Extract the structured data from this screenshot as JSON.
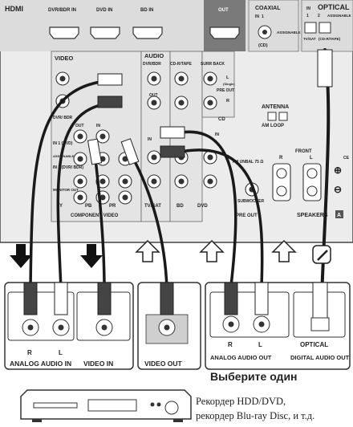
{
  "receiver": {
    "hdmi": "HDMI",
    "hdmi_inputs": [
      "DVR/BDR IN",
      "DVD IN",
      "BD IN"
    ],
    "out": "OUT",
    "coaxial": "COAXIAL",
    "coaxial_in": "IN",
    "coaxial_in_num": "1",
    "coaxial_assignable": "ASSIGNABLE",
    "coaxial_cd": "(CD)",
    "optical": "OPTICAL",
    "optical_in": "IN",
    "optical_num1": "1",
    "optical_num2": "2",
    "optical_assignable": "ASSIGNABLE",
    "optical_tvsat": "TV/SAT",
    "optical_cdr": "(CD-R/TAPE)",
    "video": "VIDEO",
    "audio": "AUDIO",
    "audio_dvrbdr": "DVR/BDR",
    "cdr_tape": "CD-R/TAPE",
    "surr_back": "SURR BACK",
    "l": "L",
    "single": "(Single)",
    "pre_out": "PRE OUT",
    "r": "R",
    "in": "IN",
    "out_small": "OUT",
    "dvrbdr": "DVR/ BDR",
    "in_dvd": "IN 1 (DVD)",
    "assignable": "ASSIGNABLE",
    "in2": "IN 2 (DVR/ BDR)",
    "monitor_out": "MONITOR OUT",
    "cd": "CD",
    "fm": "FM UNBAL 75 Ω",
    "am_loop": "AM LOOP",
    "antenna": "ANTENNA",
    "tvsat": "TV/SAT",
    "bd": "BD",
    "dvd": "DVD",
    "y": "Y",
    "pb": "PB",
    "pr": "PR",
    "component_video": "COMPONENT VIDEO",
    "subwoofer": "SUBWOOFER",
    "pre_out2": "PRE OUT",
    "front": "FRONT",
    "speakers": "SPEAKERS",
    "speakers_a": "A",
    "plus": "⊕",
    "minus": "⊖",
    "ce": "CE"
  },
  "device_panels": {
    "analog_audio_in": "ANALOG AUDIO IN",
    "video_in": "VIDEO IN",
    "video_out": "VIDEO OUT",
    "analog_audio_out": "ANALOG AUDIO OUT",
    "digital_audio_out": "DIGITAL AUDIO OUT",
    "optical": "OPTICAL",
    "r": "R",
    "l": "L",
    "choose_one": "Выберите один"
  },
  "caption": {
    "line1": "Рекордер HDD/DVD,",
    "line2": "рекордер Blu-ray Disc, и т.д."
  },
  "colors": {
    "receiver_panel": "#e9e9e9",
    "panel_dark": "#5e5e5e",
    "cable": "#1a1a1a",
    "arrow_outline": "#222222"
  }
}
